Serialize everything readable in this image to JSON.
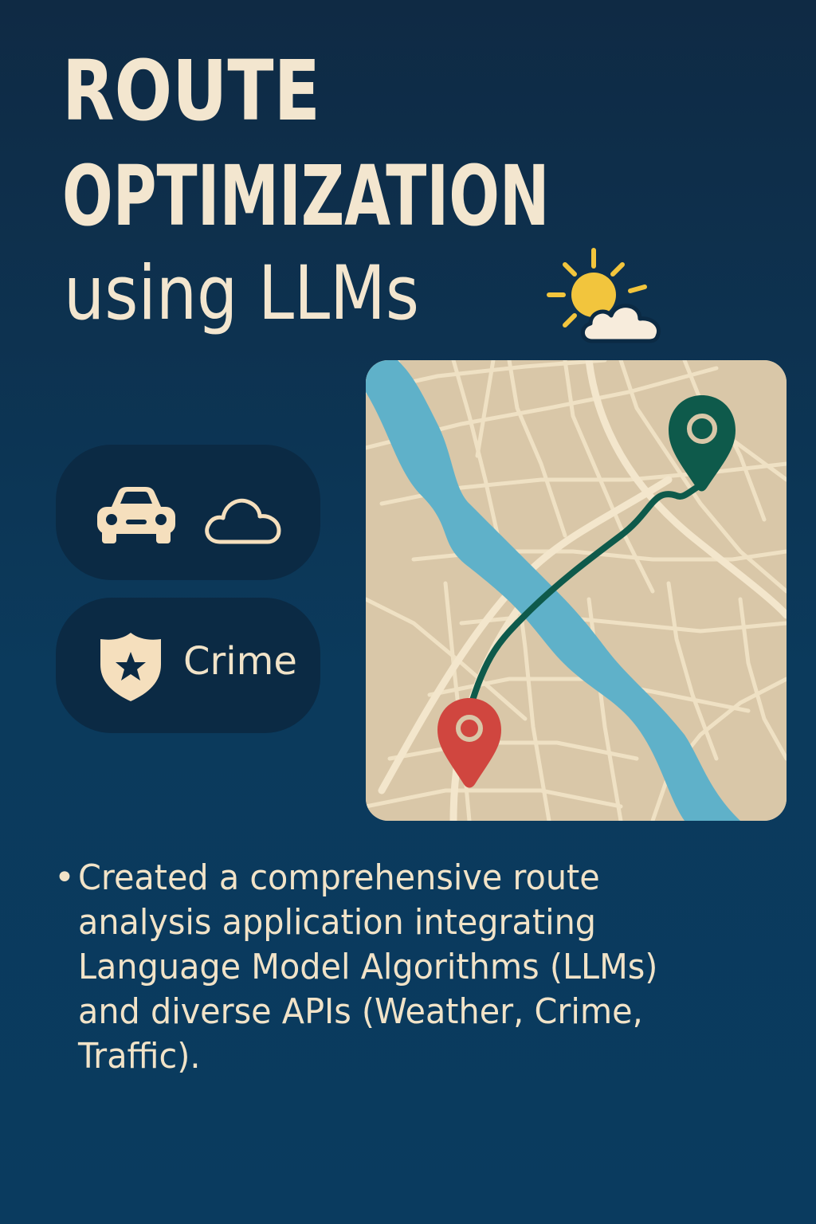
{
  "title": {
    "line1": "ROUTE",
    "line2": "OPTIMIZATION",
    "subtitle": "using LLMs"
  },
  "badges": {
    "crime_label": "Crime"
  },
  "description": {
    "bullet": "•",
    "text": "Created a comprehensive route analysis application integrating Language Model Algorithms (LLMs) and diverse APIs (Weather, Crime, Traffic)."
  },
  "icons": {
    "weather": "sun-cloud-icon",
    "car": "car-icon",
    "cloud": "cloud-outline-icon",
    "shield": "shield-star-icon",
    "start_pin": "red-location-pin-icon",
    "end_pin": "green-location-pin-icon"
  },
  "colors": {
    "background_top": "#0f2a44",
    "background_bottom": "#0a3b5f",
    "title_text": "#f3e6cf",
    "pill_background": "#0b2a44",
    "map_land": "#d9c7a8",
    "map_roads": "#efe1c4",
    "river": "#5fb1c9",
    "route_line": "#0e5a4b",
    "start_pin": "#d0463f",
    "end_pin": "#0e5a4b",
    "sun": "#f2c53d"
  }
}
